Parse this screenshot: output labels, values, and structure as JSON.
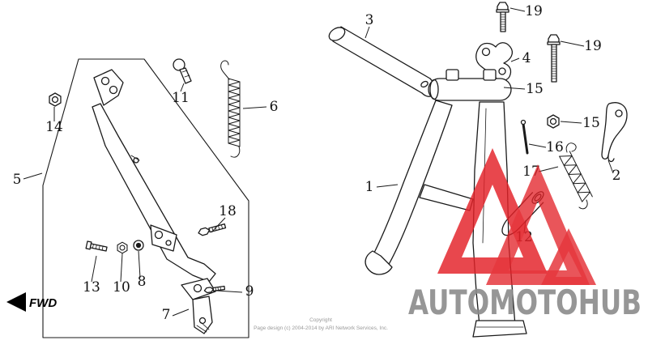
{
  "diagram": {
    "fwd_label": "FWD",
    "callouts": {
      "c1": "1",
      "c2": "2",
      "c3": "3",
      "c4": "4",
      "c5": "5",
      "c6": "6",
      "c7": "7",
      "c8": "8",
      "c9": "9",
      "c10": "10",
      "c11": "11",
      "c12": "12",
      "c13": "13",
      "c14": "14",
      "c15a": "15",
      "c15b": "15",
      "c16": "16",
      "c17": "17",
      "c18": "18",
      "c19a": "19",
      "c19b": "19"
    }
  },
  "watermark": {
    "brand": "AUTOMOTOHUB",
    "logo_color": "#e32228",
    "text_color": "#8b8b8b"
  },
  "copyright": {
    "line1": "Copyright",
    "line2": "Page design (c) 2004-2014 by ARI Network Services, Inc."
  },
  "colors": {
    "line_art": "#1a1a1a",
    "background": "#ffffff"
  }
}
